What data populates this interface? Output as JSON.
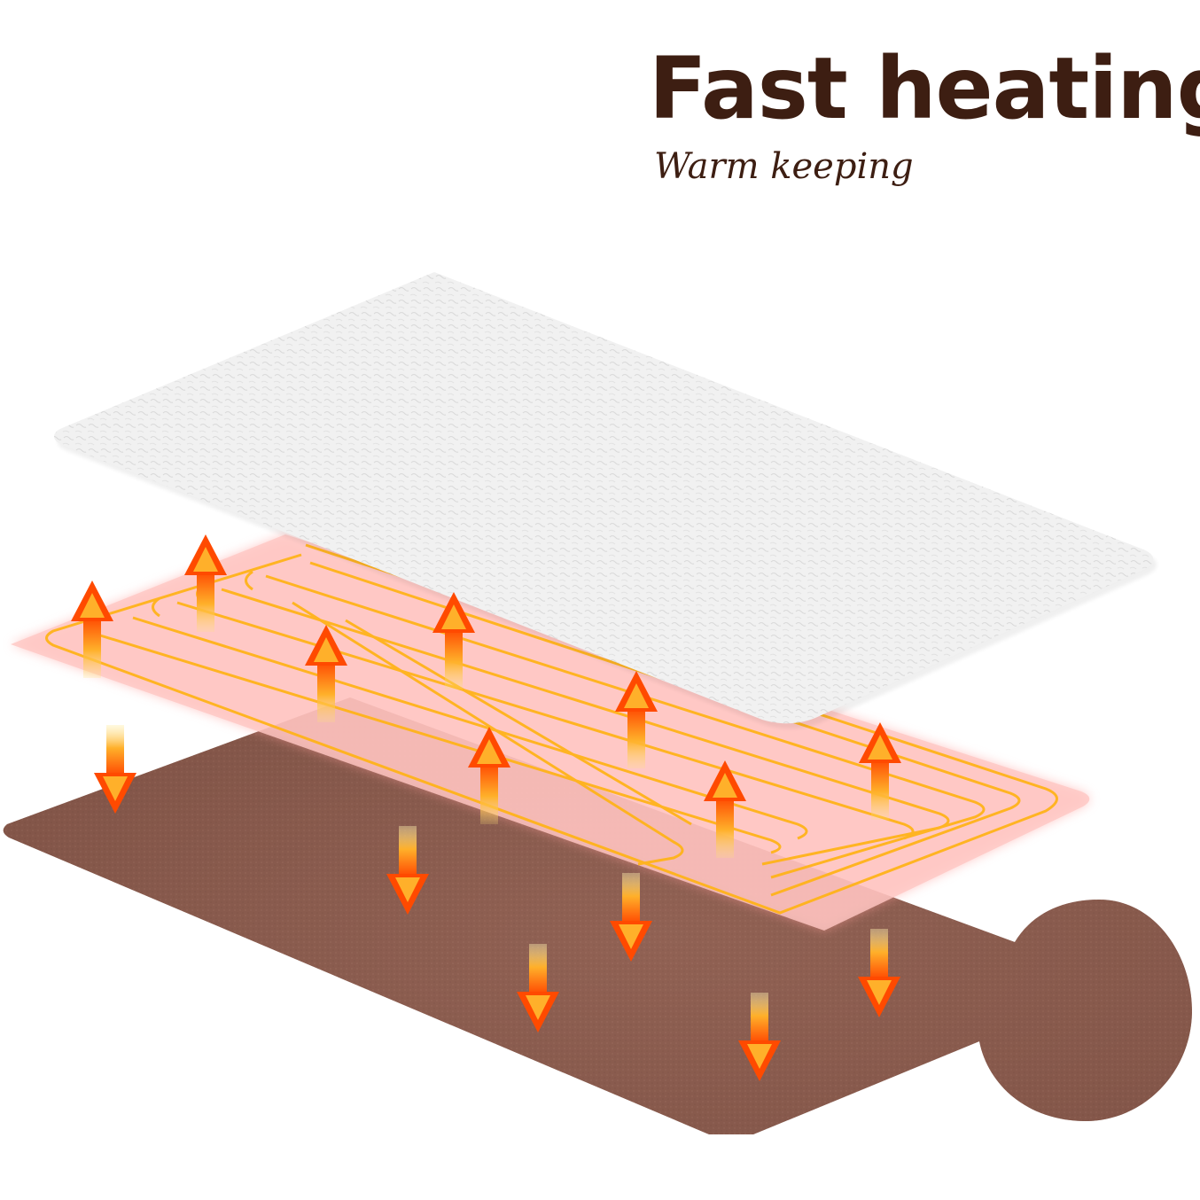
{
  "header": {
    "title": "Fast heating",
    "subtitle": "Warm keeping"
  },
  "colors": {
    "text": "#3d1e12",
    "fleece": "#f2f2f2",
    "heat_layer": "#ffc2bf",
    "heating_wire": "#ffb31a",
    "base_layer": "#8b5d4f",
    "arrow_top": "#ffe27a",
    "arrow_bottom": "#ff4a00"
  },
  "layers": [
    {
      "name": "fleece-top-layer",
      "icon": "fleece-layer-icon"
    },
    {
      "name": "heating-element-layer",
      "icon": "heating-wire-icon"
    },
    {
      "name": "base-layer",
      "icon": "felt-layer-icon"
    }
  ]
}
